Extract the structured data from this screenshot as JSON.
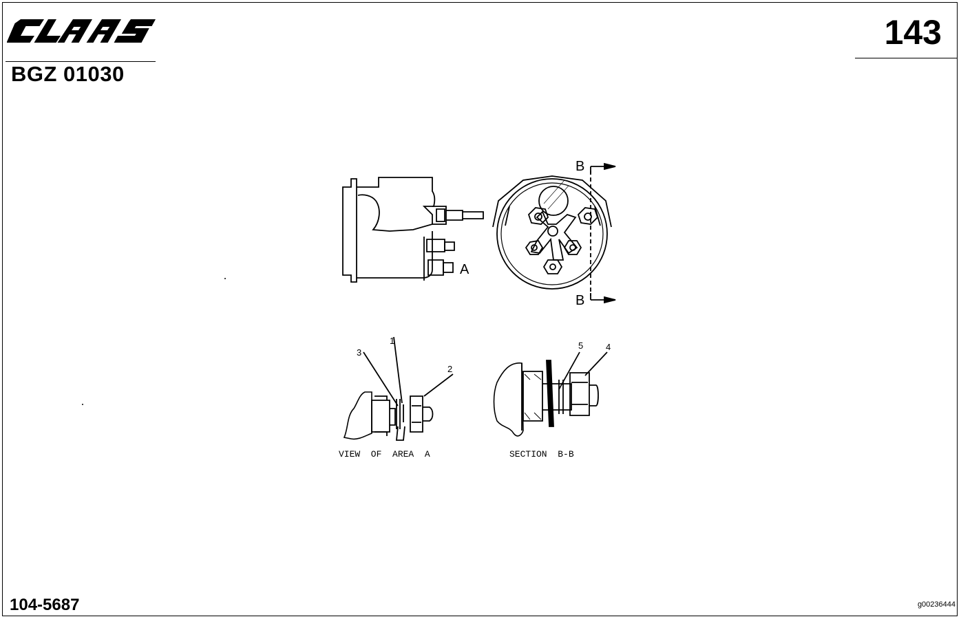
{
  "header": {
    "brand": "CLAAS",
    "doc_code": "BGZ 01030",
    "page_number": "143"
  },
  "footer": {
    "part_number": "104-5687",
    "image_id": "g00236444"
  },
  "diagram": {
    "view_a_marker": "A",
    "section_marker_top": "B",
    "section_marker_bottom": "B",
    "callouts": [
      "1",
      "2",
      "3",
      "4",
      "5"
    ],
    "caption_view_a": "VIEW  OF  AREA  A",
    "caption_section": "SECTION  B-B"
  }
}
